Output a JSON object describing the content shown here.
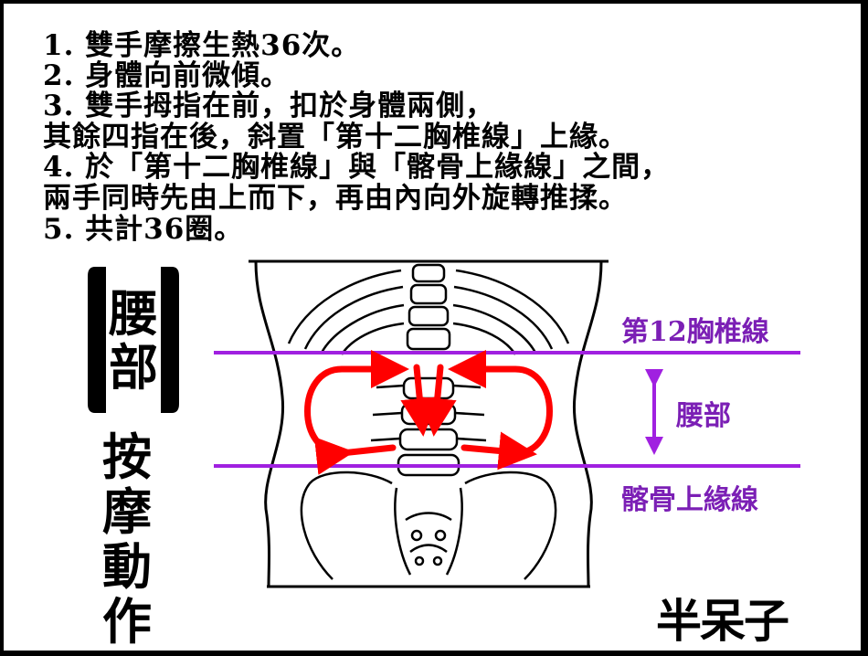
{
  "instructions": [
    {
      "text": "1. 雙手摩擦生熱36次。"
    },
    {
      "text": "2. 身體向前微傾。"
    },
    {
      "text": "3. 雙手拇指在前，扣於身體兩側，"
    },
    {
      "text": "   其餘四指在後，斜置「第十二胸椎線」上緣。"
    },
    {
      "text": "4. 於「第十二胸椎線」與「髂骨上緣線」之間，"
    },
    {
      "text": "   兩手同時先由上而下，再由內向外旋轉推揉。"
    },
    {
      "text": "5. 共計36圈。"
    }
  ],
  "side_title": {
    "badge_chars": [
      "腰",
      "部"
    ],
    "action_chars": [
      "按",
      "摩",
      "動",
      "作"
    ]
  },
  "diagram": {
    "upper_line_label": "第12胸椎線",
    "waist_label": "腰部",
    "lower_line_label": "髂骨上緣線",
    "line_color": "#a020e0",
    "label_color": "#7b1fb5",
    "arrow_color": "#ff0000"
  },
  "brand": "半呆子"
}
